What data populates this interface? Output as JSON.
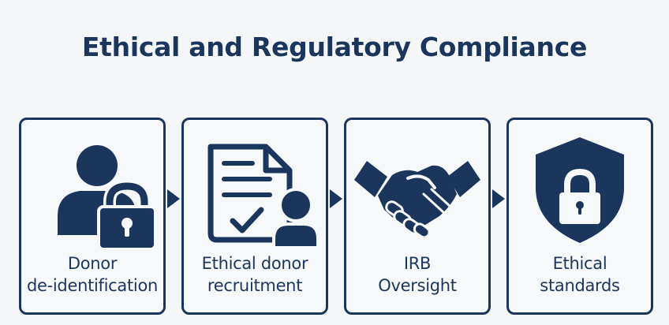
{
  "title": "Ethical and Regulatory Compliance",
  "steps": [
    {
      "line1": "Donor",
      "line2": "de-identification",
      "icon": "person-lock-icon"
    },
    {
      "line1": "Ethical donor",
      "line2": "recruitment",
      "icon": "document-person-icon"
    },
    {
      "line1": "IRB",
      "line2": "Oversight",
      "icon": "handshake-icon"
    },
    {
      "line1": "Ethical",
      "line2": "standards",
      "icon": "shield-lock-icon"
    }
  ],
  "colors": {
    "primary": "#1b365d",
    "background": "#f5f6f8"
  }
}
